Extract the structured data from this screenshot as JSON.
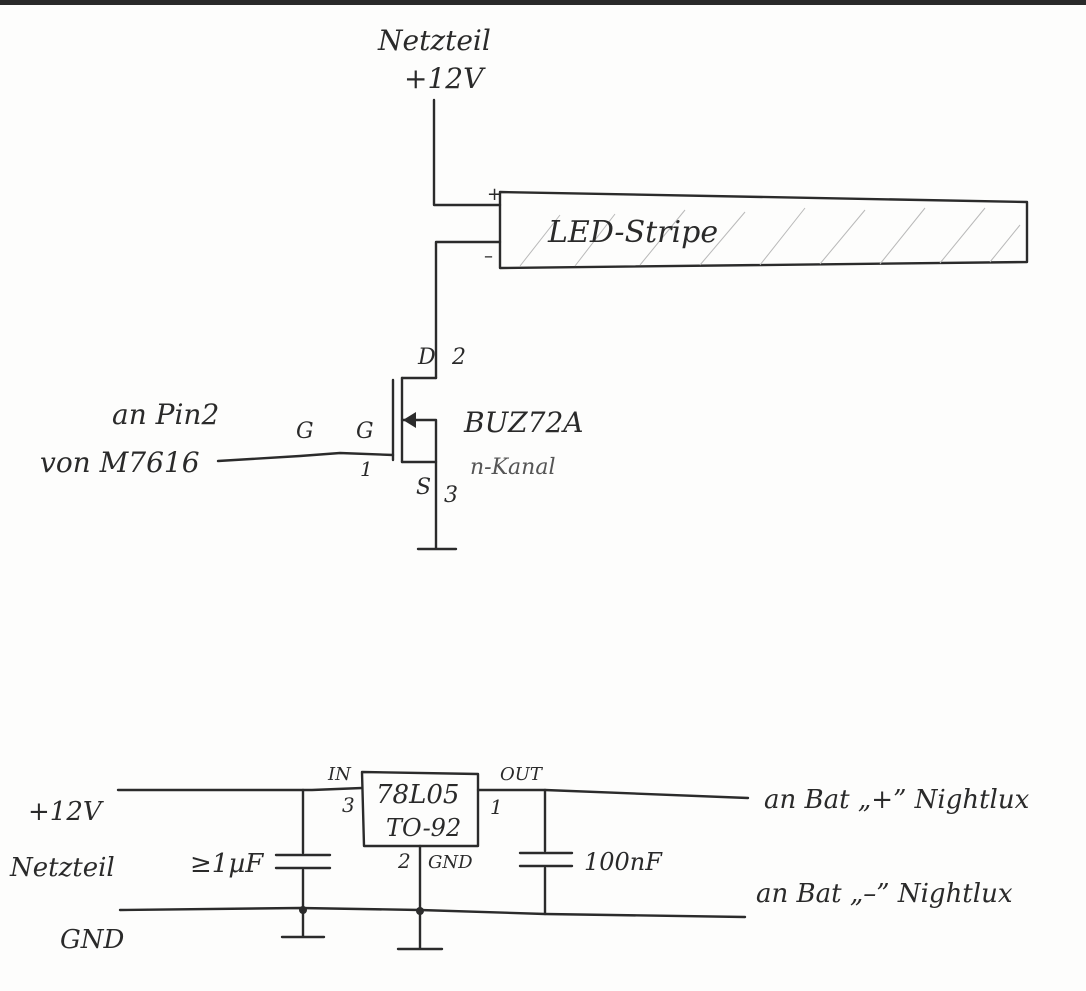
{
  "top_circuit": {
    "supply_label": "Netzteil",
    "supply_voltage": "+12V",
    "led_plus": "+",
    "led_minus": "–",
    "led_label": "LED-Stripe",
    "drain_letter": "D",
    "drain_pin": "2",
    "gate_outer": "G",
    "gate_inner": "G",
    "gate_pin": "1",
    "source_letter": "S",
    "source_pin": "3",
    "fet_type": "BUZ72A",
    "fet_channel": "n-Kanal",
    "input_line1": "an Pin2",
    "input_line2": "von M7616"
  },
  "bottom_circuit": {
    "vin_label": "+12V",
    "vin_source": "Netzteil",
    "gnd_label": "GND",
    "cap_in": "≥1µF",
    "pin_in_label": "IN",
    "pin_in_num": "3",
    "regulator_name": "78L05",
    "regulator_package": "TO-92",
    "pin_gnd_num": "2",
    "pin_gnd_label": "GND",
    "pin_out_label": "OUT",
    "pin_out_num": "1",
    "cap_out": "100nF",
    "out_plus": "an Bat „+” Nightlux",
    "out_minus": "an Bat „–” Nightlux"
  }
}
